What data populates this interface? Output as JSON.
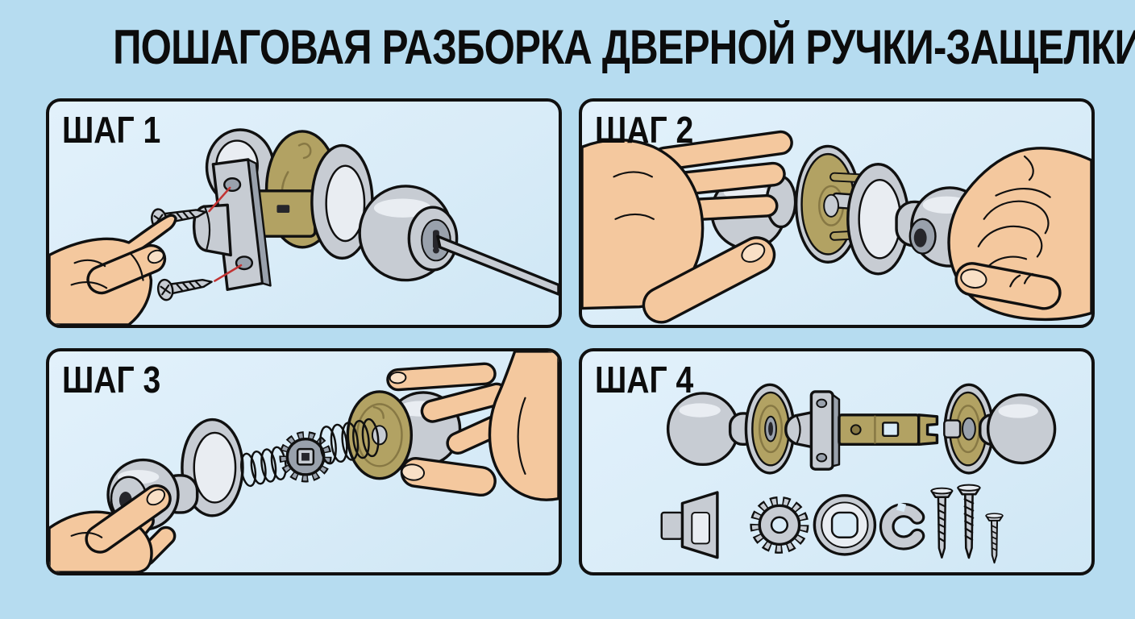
{
  "title": "ПОШАГОВАЯ РАЗБОРКА ДВЕРНОЙ РУЧКИ-ЗАЩЕЛКИ",
  "panels": [
    {
      "id": "step-1",
      "label": "ШАГ 1"
    },
    {
      "id": "step-2",
      "label": "ШАГ 2"
    },
    {
      "id": "step-3",
      "label": "ШАГ 3"
    },
    {
      "id": "step-4",
      "label": "ШАГ 4"
    }
  ],
  "colors": {
    "bg": "#b6dcf0",
    "panel_bg": "#d9ecf8",
    "outline": "#101010",
    "metal": "#c7ccd3",
    "metal_hi": "#e9edf2",
    "metal_dk": "#99a1ac",
    "brass": "#b2a263",
    "brass_dk": "#877844",
    "skin": "#f4c89e",
    "nail": "#f9e0c6",
    "hole": "#26262b",
    "red": "#c23333",
    "ink": "#0c0c0c"
  }
}
